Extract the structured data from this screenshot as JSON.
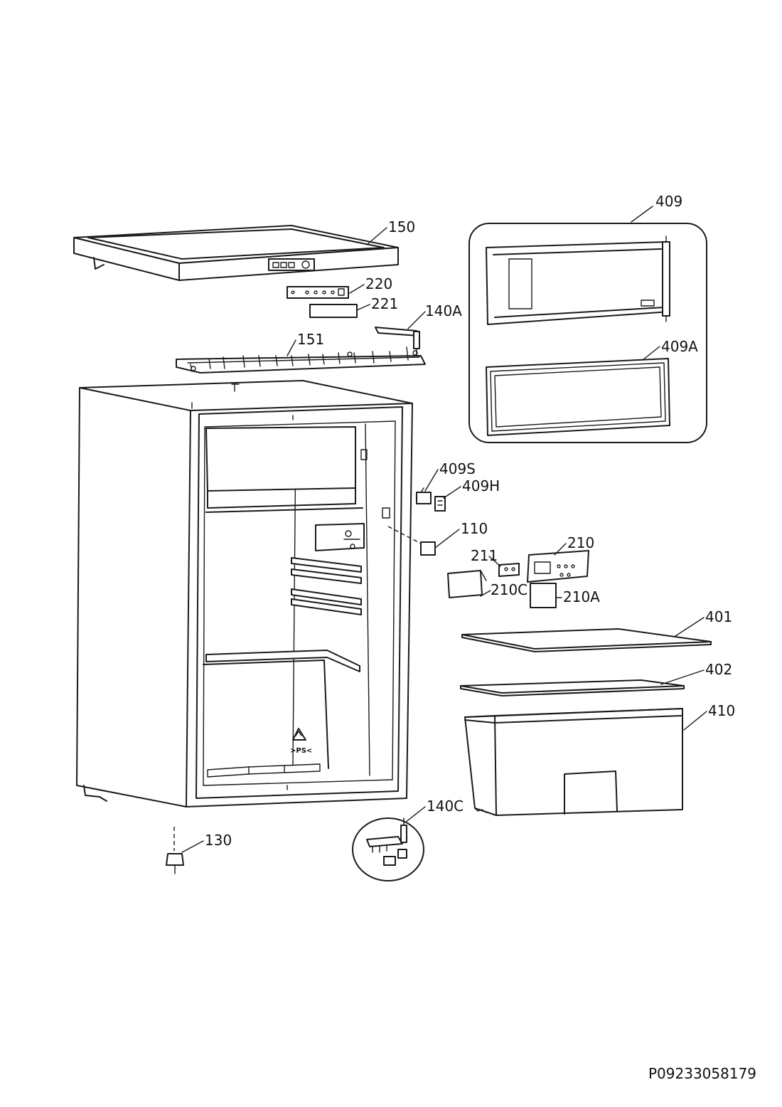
{
  "diagram": {
    "document_code": "P09233058179",
    "recycling_mark": ">PS<",
    "callouts": [
      {
        "id": "409",
        "label": "409"
      },
      {
        "id": "150",
        "label": "150"
      },
      {
        "id": "220",
        "label": "220"
      },
      {
        "id": "221",
        "label": "221"
      },
      {
        "id": "140A",
        "label": "140A"
      },
      {
        "id": "151",
        "label": "151"
      },
      {
        "id": "409A",
        "label": "409A"
      },
      {
        "id": "409S",
        "label": "409S"
      },
      {
        "id": "409H",
        "label": "409H"
      },
      {
        "id": "110",
        "label": "110"
      },
      {
        "id": "210",
        "label": "210"
      },
      {
        "id": "211",
        "label": "211"
      },
      {
        "id": "210C",
        "label": "210C"
      },
      {
        "id": "210A",
        "label": "210A"
      },
      {
        "id": "401",
        "label": "401"
      },
      {
        "id": "402",
        "label": "402"
      },
      {
        "id": "410",
        "label": "410"
      },
      {
        "id": "140C",
        "label": "140C"
      },
      {
        "id": "130",
        "label": "130"
      }
    ]
  }
}
